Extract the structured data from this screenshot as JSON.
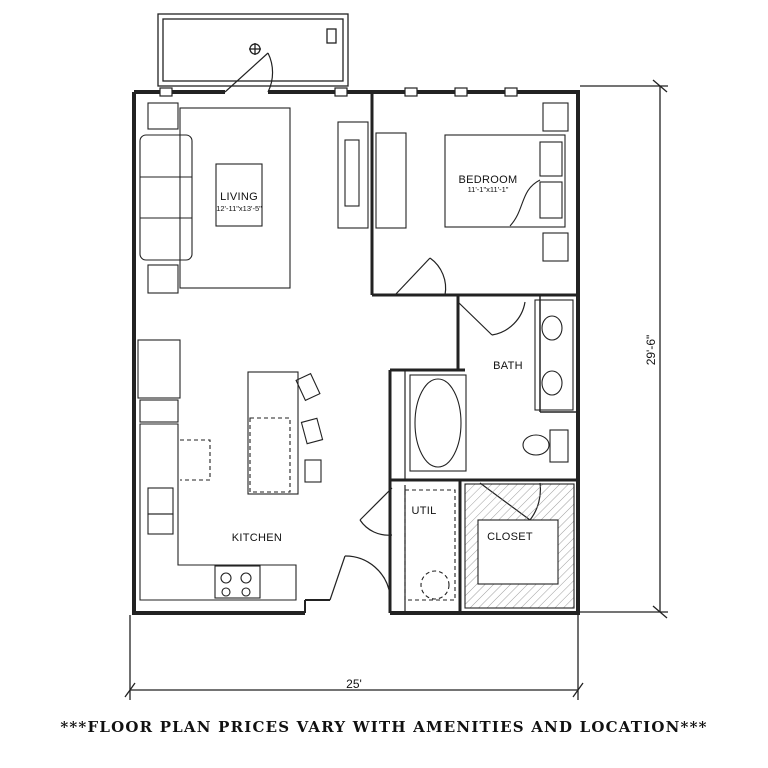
{
  "rooms": {
    "living": {
      "name": "LIVING",
      "size": "12'-11\"x13'-5\""
    },
    "bedroom": {
      "name": "BEDROOM",
      "size": "11'-1\"x11'-1\""
    },
    "bath": {
      "name": "BATH"
    },
    "kitchen": {
      "name": "KITCHEN"
    },
    "util": {
      "name": "UTIL"
    },
    "closet": {
      "name": "CLOSET"
    }
  },
  "dimensions": {
    "width": "25'",
    "depth": "29'-6\""
  },
  "disclaimer": "***FLOOR PLAN PRICES VARY WITH AMENITIES AND LOCATION***"
}
